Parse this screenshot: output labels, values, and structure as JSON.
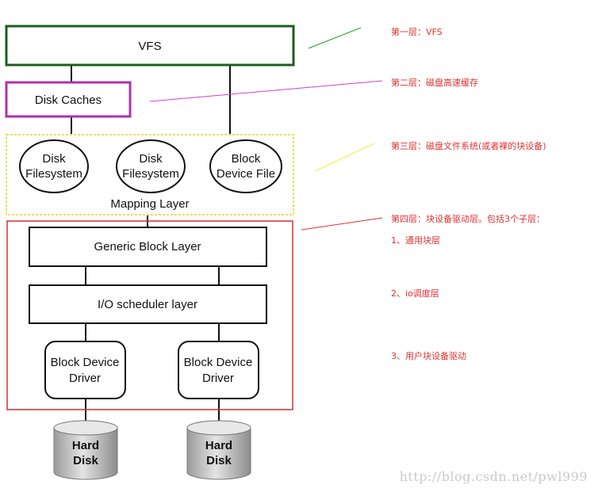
{
  "layers": {
    "vfs": {
      "label": "VFS"
    },
    "disk_caches": {
      "label": "Disk Caches"
    },
    "mapping": {
      "nodes": [
        {
          "lines": [
            "Disk",
            "Filesystem"
          ]
        },
        {
          "lines": [
            "Disk",
            "Filesystem"
          ]
        },
        {
          "lines": [
            "Block",
            "Device File"
          ]
        }
      ],
      "caption": "Mapping Layer"
    },
    "generic_block": {
      "label": "Generic Block Layer"
    },
    "io_scheduler": {
      "label": "I/O scheduler layer"
    },
    "drivers": [
      {
        "lines": [
          "Block Device",
          "Driver"
        ]
      },
      {
        "lines": [
          "Block Device",
          "Driver"
        ]
      }
    ],
    "disks": [
      {
        "lines": [
          "Hard",
          "Disk"
        ]
      },
      {
        "lines": [
          "Hard",
          "Disk"
        ]
      }
    ]
  },
  "annotations": [
    {
      "text": "第一层：VFS"
    },
    {
      "text": "第二层：磁盘高速缓存"
    },
    {
      "text": "第三层：磁盘文件系统(或者裸的块设备)"
    },
    {
      "text": "第四层：块设备驱动层。包括3个子层："
    },
    {
      "text": "1、通用块层"
    },
    {
      "text": "2、io调度层"
    },
    {
      "text": "3、用户块设备驱动"
    }
  ],
  "watermark": "http://blog.csdn.net/pwl999",
  "colors": {
    "vfs_border": "#1e5c1e",
    "cache_border": "#b030b0",
    "mapping_border": "#e8e060",
    "driver_region_border": "#d03030",
    "annotation_text": "#e03030",
    "line_green": "#2a9a2a",
    "line_magenta": "#d040d0",
    "line_yellow": "#f0f040",
    "line_red": "#e03030"
  }
}
